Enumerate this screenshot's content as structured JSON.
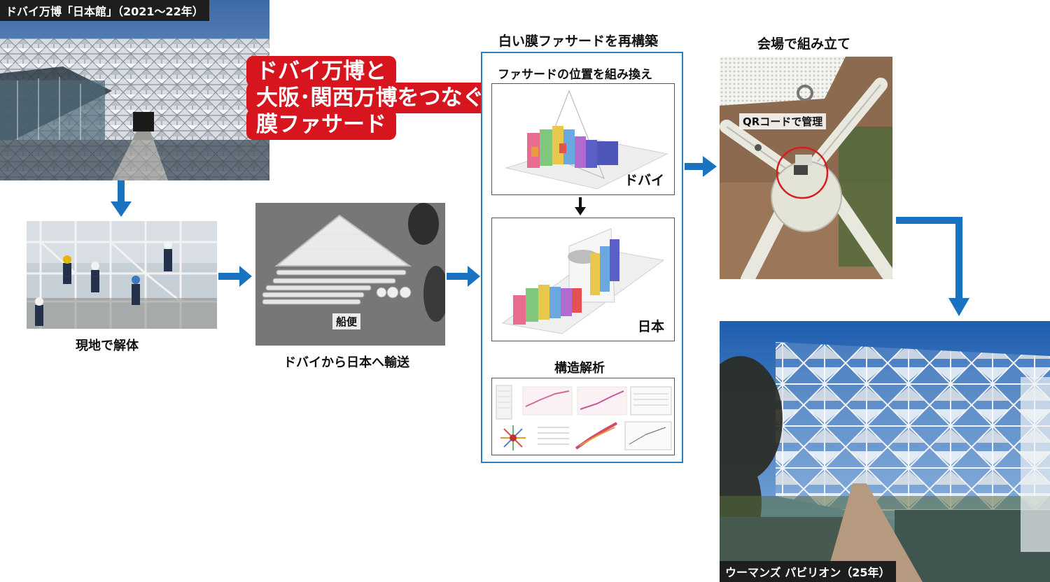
{
  "top_photo": {
    "label": "ドバイ万博「日本館」（2021～22年）"
  },
  "banner": {
    "line1": "ドバイ万博と",
    "line2": "大阪･関西万博をつなぐ",
    "line3": "膜ファサード"
  },
  "steps": {
    "dismantle": "現地で解体",
    "transport": "ドバイから日本へ輸送",
    "ship_tag": "船便"
  },
  "rebuild": {
    "title": "白い膜ファサードを再構築",
    "subtitle": "ファサードの位置を組み換え",
    "dubai": "ドバイ",
    "japan": "日本",
    "analysis": "構造解析"
  },
  "assembly": {
    "title": "会場で組み立て",
    "qr": "QRコードで管理"
  },
  "final_photo": {
    "label": "ウーマンズ パビリオン（25年）"
  },
  "colors": {
    "arrow": "#1a73c0",
    "banner": "#d6151f",
    "box_border": "#2a7fc1"
  }
}
